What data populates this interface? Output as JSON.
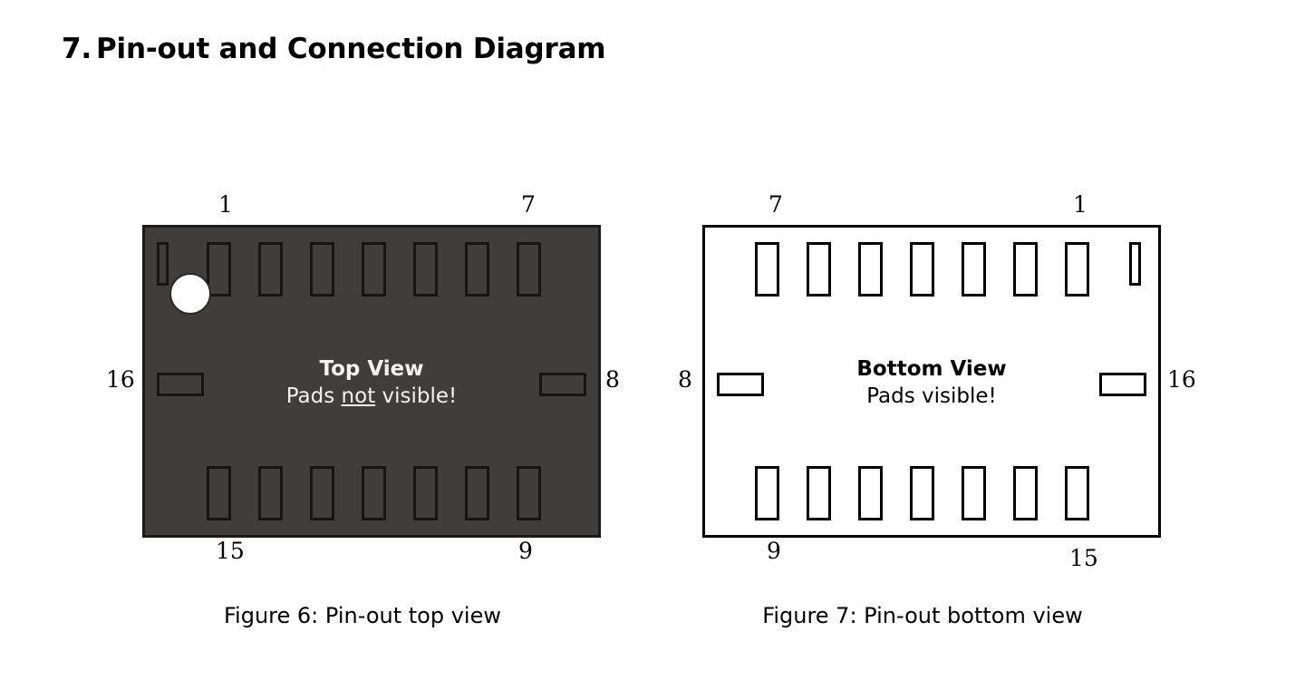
{
  "document": {
    "section_number": "7.",
    "section_title": "Pin-out and Connection Diagram"
  },
  "figures": [
    {
      "id": "top-view",
      "caption": "Figure 6: Pin-out top view",
      "body_style": "dark",
      "body_fill": "#403E3D",
      "outline_color": "#1A1A1A",
      "text_color": "#F2F2F2",
      "center_title": "Top View",
      "center_sub_pre": "Pads ",
      "center_sub_underline": "not",
      "center_sub_post": " visible!",
      "pin1_marker": "white-dot",
      "pin1_marker_visible": true,
      "partial_pad_side": "left",
      "labels": {
        "top_left": "1",
        "top_right": "7",
        "left_side": "16",
        "right_side": "8",
        "bottom_left": "15",
        "bottom_right": "9"
      },
      "pins": {
        "top_row": [
          "1",
          "2",
          "3",
          "4",
          "5",
          "6",
          "7"
        ],
        "right_side": [
          "8"
        ],
        "bottom_row": [
          "9",
          "10",
          "11",
          "12",
          "13",
          "14",
          "15"
        ],
        "left_side": [
          "16"
        ]
      }
    },
    {
      "id": "bottom-view",
      "caption": "Figure 7: Pin-out bottom view",
      "body_style": "light",
      "body_fill": "#FFFFFF",
      "outline_color": "#000000",
      "text_color": "#000000",
      "center_title": "Bottom View",
      "center_sub_pre": "Pads visible!",
      "center_sub_underline": "",
      "center_sub_post": "",
      "pin1_marker": "none",
      "pin1_marker_visible": false,
      "partial_pad_side": "right",
      "labels": {
        "top_left": "7",
        "top_right": "1",
        "left_side": "8",
        "right_side": "16",
        "bottom_left": "9",
        "bottom_right": "15"
      },
      "pins": {
        "top_row": [
          "7",
          "6",
          "5",
          "4",
          "3",
          "2",
          "1"
        ],
        "left_side": [
          "8"
        ],
        "bottom_row": [
          "9",
          "10",
          "11",
          "12",
          "13",
          "14",
          "15"
        ],
        "right_side": [
          "16"
        ]
      }
    }
  ],
  "colors": {
    "page_background": "#FFFFFF",
    "ink": "#000000",
    "chip_dark": "#403E3D",
    "pad_light": "#FFFFFF"
  }
}
